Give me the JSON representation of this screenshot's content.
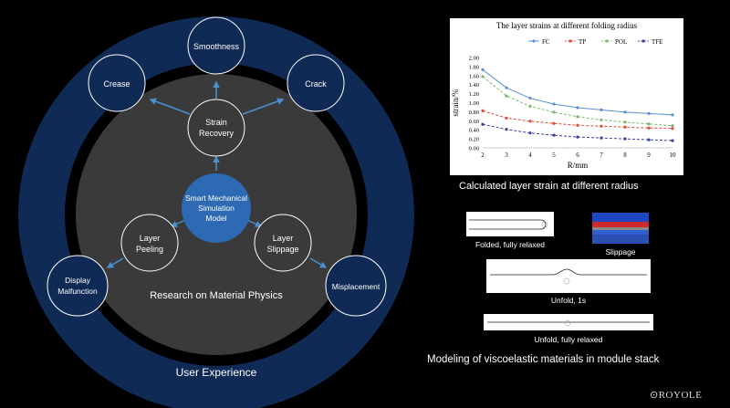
{
  "diagram": {
    "outer_label": "User Experience",
    "inner_label": "Research on Material Physics",
    "center_label": [
      "Smart Mechanical",
      "Simulation",
      "Model"
    ],
    "nodes": {
      "strain_recovery": [
        "Strain",
        "Recovery"
      ],
      "layer_peeling": [
        "Layer",
        "Peeling"
      ],
      "layer_slippage": [
        "Layer",
        "Slippage"
      ],
      "smoothness": [
        "Smoothness"
      ],
      "crease": [
        "Crease"
      ],
      "crack": [
        "Crack"
      ],
      "display_malfunction": [
        "Display",
        "Malfunction"
      ],
      "misplacement": [
        "Misplacement"
      ]
    }
  },
  "chart_data": {
    "type": "line",
    "title": "The layer strains at different folding radius",
    "xlabel": "R/mm",
    "ylabel": "strain/%",
    "x": [
      2,
      3,
      4,
      5,
      6,
      7,
      8,
      9,
      10
    ],
    "xlim": [
      2,
      10
    ],
    "ylim": [
      0,
      2.0
    ],
    "yticks": [
      "0.00",
      "0.20",
      "0.40",
      "0.60",
      "0.80",
      "1.00",
      "1.20",
      "1.40",
      "1.60",
      "1.80",
      "2.00"
    ],
    "legend_position": "top",
    "series": [
      {
        "name": "FC",
        "color": "#5b8fd6",
        "marker": "circle",
        "values": [
          1.73,
          1.33,
          1.1,
          0.97,
          0.89,
          0.84,
          0.79,
          0.76,
          0.73
        ]
      },
      {
        "name": "TP",
        "color": "#e04a3a",
        "marker": "circle",
        "values": [
          0.82,
          0.66,
          0.59,
          0.54,
          0.5,
          0.48,
          0.46,
          0.44,
          0.43
        ]
      },
      {
        "name": "POL",
        "color": "#7cb86a",
        "marker": "circle",
        "values": [
          1.58,
          1.15,
          0.92,
          0.79,
          0.69,
          0.62,
          0.57,
          0.53,
          0.49
        ]
      },
      {
        "name": "TFE",
        "color": "#3b3f9e",
        "marker": "circle",
        "values": [
          0.52,
          0.41,
          0.33,
          0.28,
          0.24,
          0.22,
          0.2,
          0.18,
          0.16
        ]
      }
    ]
  },
  "captions": {
    "chart": "Calculated layer strain at different radius",
    "folded": "Folded, fully relaxed",
    "slippage": "Slippage",
    "unfold_1s": "Unfold, 1s",
    "unfold_relaxed": "Unfold, fully relaxed",
    "modeling": "Modeling of viscoelastic materials in module stack"
  },
  "logo": "ROYOLE",
  "colors": {
    "outer_ring": "#0f2a55",
    "inner_disk": "#3a3a3a",
    "center": "#2e6ab3",
    "node_stroke": "#ffffff",
    "arrow": "#4a8fd0"
  }
}
